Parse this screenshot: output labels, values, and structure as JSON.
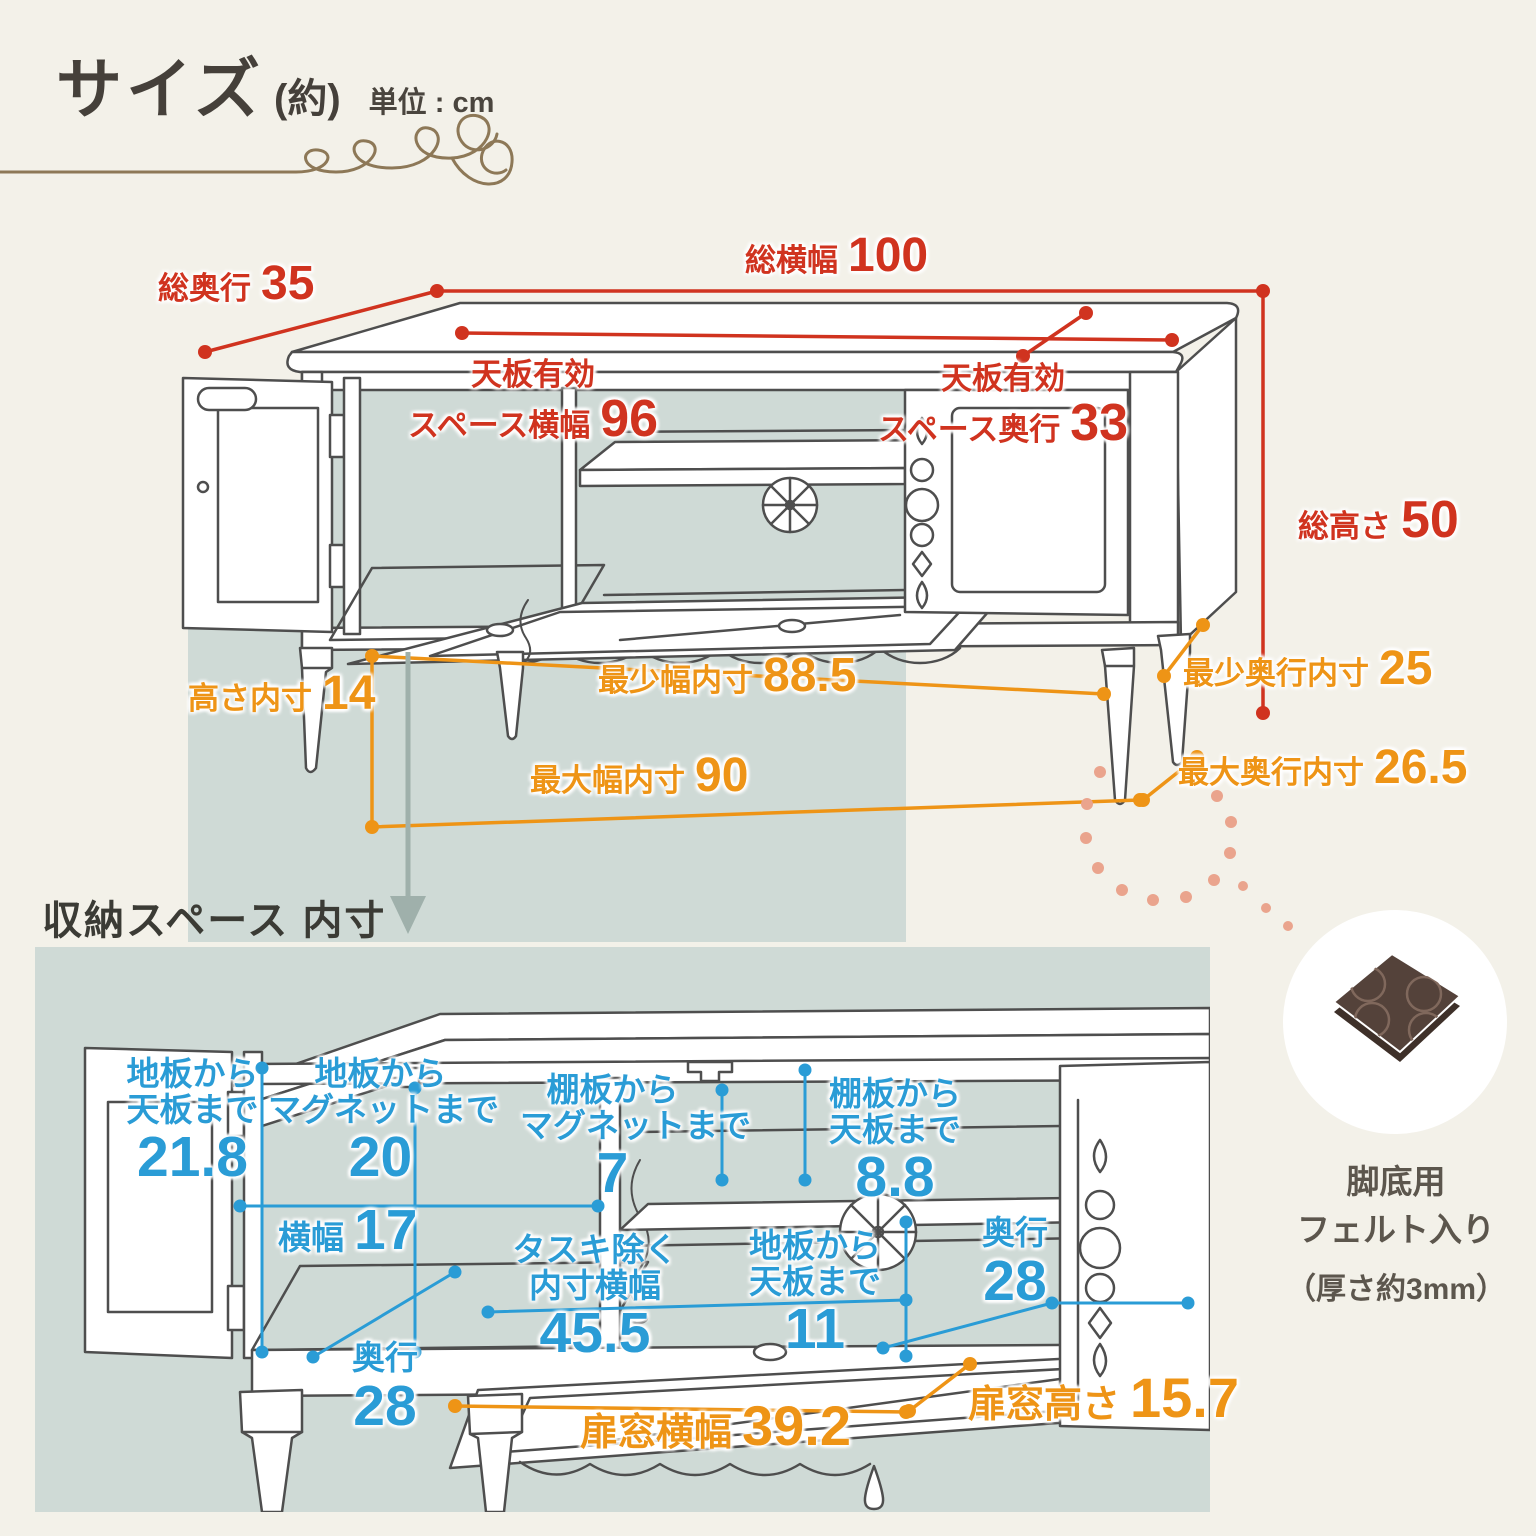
{
  "header": {
    "title": "サイズ",
    "approx": "(約)",
    "unit": "単位 : cm"
  },
  "accents": {
    "red": "#d0331f",
    "orange": "#ee9416",
    "blue": "#2a9cd6",
    "panel": "#cfdad6",
    "felt_brown": "#54423a"
  },
  "overall_view": {
    "total_depth": {
      "label": "総奥行",
      "value": "35"
    },
    "total_width": {
      "label": "総横幅",
      "value": "100"
    },
    "top_space_width": {
      "label_line1": "天板有効",
      "label_line2": "スペース横幅",
      "value": "96"
    },
    "top_space_depth": {
      "label_line1": "天板有効",
      "label_line2": "スペース奥行",
      "value": "33"
    },
    "total_height": {
      "label": "総高さ",
      "value": "50"
    },
    "inner_height": {
      "label": "高さ内寸",
      "value": "14"
    },
    "min_inner_width": {
      "label": "最少幅内寸",
      "value": "88.5"
    },
    "max_inner_width": {
      "label": "最大幅内寸",
      "value": "90"
    },
    "min_inner_depth": {
      "label": "最少奥行内寸",
      "value": "25"
    },
    "max_inner_depth": {
      "label": "最大奥行内寸",
      "value": "26.5"
    }
  },
  "storage_view": {
    "title": "収納スペース 内寸",
    "floor_to_top_left": {
      "label_line1": "地板から",
      "label_line2": "天板まで",
      "value": "21.8"
    },
    "floor_to_magnet": {
      "label_line1": "地板から",
      "label_line2": "マグネットまで",
      "value": "20"
    },
    "shelf_to_magnet": {
      "label_line1": "棚板から",
      "label_line2": "マグネットまで",
      "value": "7"
    },
    "shelf_to_top": {
      "label_line1": "棚板から",
      "label_line2": "天板まで",
      "value": "8.8"
    },
    "left_width": {
      "label": "横幅",
      "value": "17"
    },
    "left_depth": {
      "label": "奥行",
      "value": "28"
    },
    "width_excl_brace": {
      "label_line1": "タスキ除く",
      "label_line2": "内寸横幅",
      "value": "45.5"
    },
    "floor_to_top_center": {
      "label_line1": "地板から",
      "label_line2": "天板まで",
      "value": "11"
    },
    "center_depth": {
      "label": "奥行",
      "value": "28"
    },
    "door_window_width": {
      "label": "扉窓横幅",
      "value": "39.2"
    },
    "door_window_height": {
      "label": "扉窓高さ",
      "value": "15.7"
    }
  },
  "felt_note": {
    "line1": "脚底用",
    "line2": "フェルト入り",
    "line3": "（厚さ約3mm）"
  }
}
